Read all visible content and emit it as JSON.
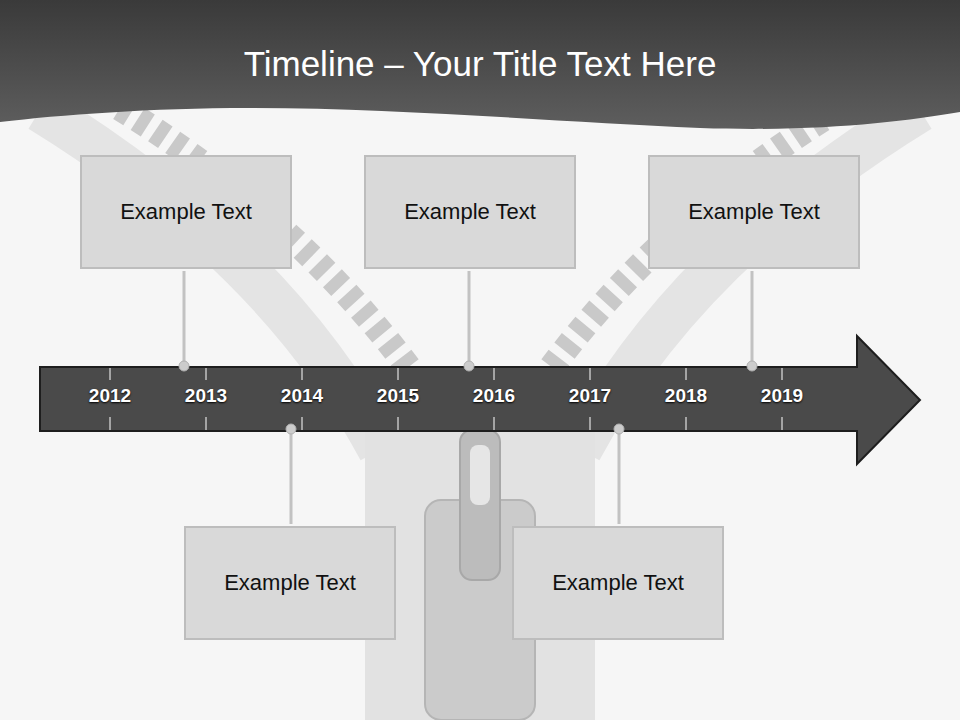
{
  "diagram": {
    "title": "Timeline – Your Title Text Here",
    "nodes": [
      {
        "text": [
          "Example Text"
        ]
      },
      {
        "text": [
          "Example Text"
        ]
      },
      {
        "text": [
          "Example Text"
        ]
      },
      {
        "text": [
          "Example Text"
        ]
      },
      {
        "text": [
          "Example Text"
        ]
      }
    ],
    "labels": [
      "2012",
      "2013",
      "2014",
      "2015",
      "2016",
      "2017",
      "2018",
      "2019"
    ]
  }
}
